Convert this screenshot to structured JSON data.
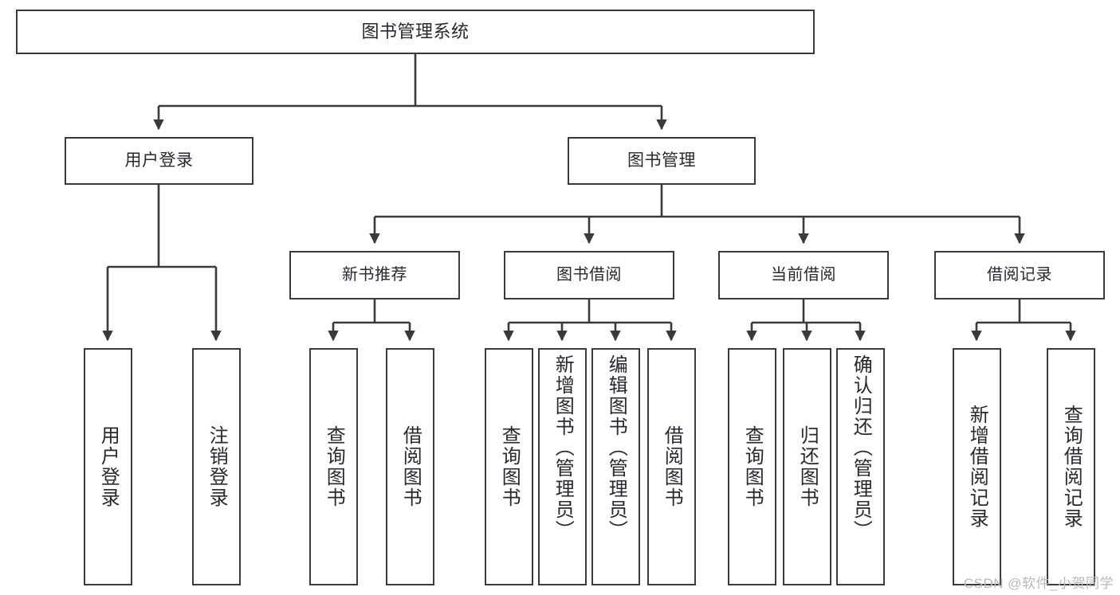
{
  "diagram": {
    "title": "图书管理系统",
    "type": "tree",
    "root": {
      "label": "图书管理系统"
    },
    "tier2": [
      {
        "label": "用户登录"
      },
      {
        "label": "图书管理"
      }
    ],
    "tier3": [
      {
        "label": "新书推荐"
      },
      {
        "label": "图书借阅"
      },
      {
        "label": "当前借阅"
      },
      {
        "label": "借阅记录"
      }
    ],
    "leaves": {
      "user_login": [
        {
          "label": "用户登录"
        },
        {
          "label": "注销登录"
        }
      ],
      "new_book_recommend": [
        {
          "label": "查询图书"
        },
        {
          "label": "借阅图书"
        }
      ],
      "book_borrow": [
        {
          "label": "查询图书"
        },
        {
          "label": "新增图书（管理员）"
        },
        {
          "label": "编辑图书（管理员）"
        },
        {
          "label": "借阅图书"
        }
      ],
      "current_borrow": [
        {
          "label": "查询图书"
        },
        {
          "label": "归还图书"
        },
        {
          "label": "确认归还（管理员）"
        }
      ],
      "borrow_record": [
        {
          "label": "新增借阅记录"
        },
        {
          "label": "查询借阅记录"
        }
      ]
    }
  },
  "watermark": {
    "text": "CSDN @软件_小贺同学"
  },
  "colors": {
    "box_border": "#3a3a3a",
    "box_fill": "#ffffff",
    "connector": "#3a3a3a",
    "text": "#26292d",
    "watermark": "#b9b9b9"
  }
}
